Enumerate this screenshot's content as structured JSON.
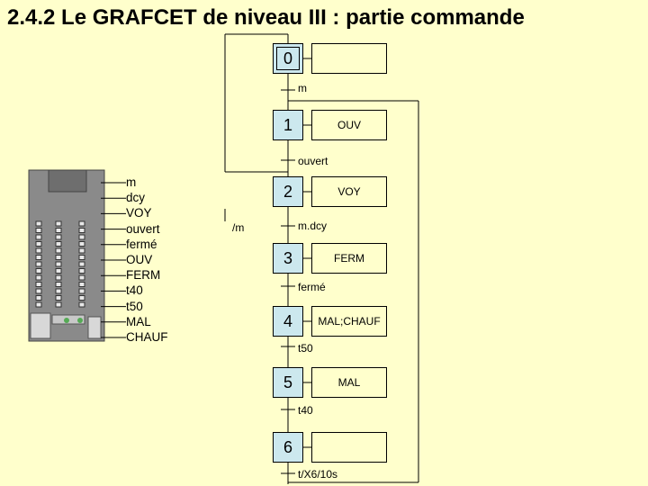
{
  "title": "2.4.2 Le GRAFCET de niveau III : partie commande",
  "steps": [
    {
      "number": "0",
      "action": ""
    },
    {
      "number": "1",
      "action": "OUV"
    },
    {
      "number": "2",
      "action": "VOY"
    },
    {
      "number": "3",
      "action": "FERM"
    },
    {
      "number": "4",
      "action": "MAL;CHAUF"
    },
    {
      "number": "5",
      "action": "MAL"
    },
    {
      "number": "6",
      "action": ""
    }
  ],
  "transitions": [
    "m",
    "ouvert",
    "m.dcy",
    "fermé",
    "t50",
    "t40",
    "t/X6/10s"
  ],
  "branch_transition": "/m",
  "plc_signals": [
    "m",
    "dcy",
    "VOY",
    "ouvert",
    "fermé",
    "OUV",
    "FERM",
    "t40",
    "t50",
    "MAL",
    "CHAUF"
  ],
  "colors": {
    "background": "#ffffcc",
    "step_fill": "#cce8ee",
    "plc_body": "#808080"
  }
}
